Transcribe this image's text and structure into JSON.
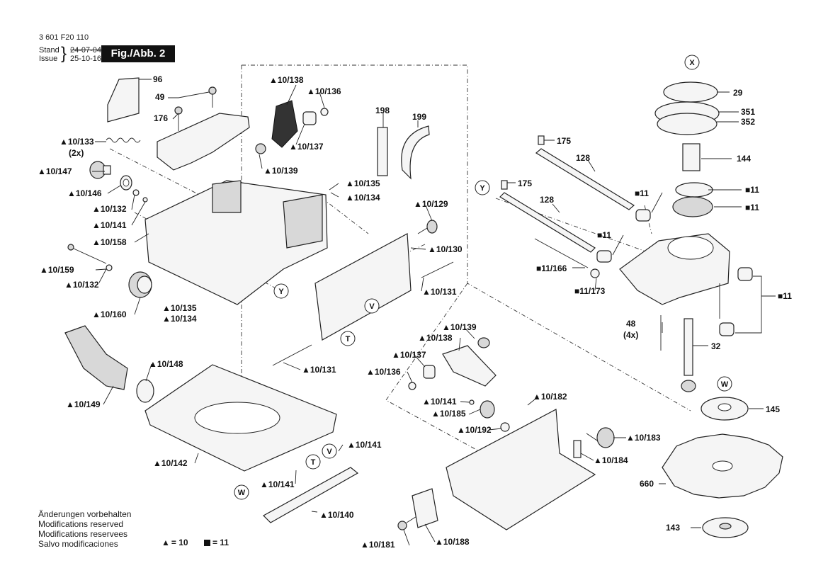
{
  "header": {
    "doc_number": "3 601 F20 110",
    "stand_label": "Stand",
    "issue_label": "Issue",
    "old_date": "24-07-04",
    "new_date": "25-10-16",
    "figure_title": "Fig./Abb. 2"
  },
  "notes": [
    "Änderungen vorbehalten",
    "Modifications reserved",
    "Modifications reservees",
    "Salvo modificaciones"
  ],
  "legend": [
    {
      "symbol": "triangle",
      "text": "= 10"
    },
    {
      "symbol": "square",
      "text": "= 11"
    }
  ],
  "view_markers": [
    "X",
    "Y",
    "Y",
    "V",
    "V",
    "T",
    "T",
    "W",
    "W"
  ],
  "labels": [
    {
      "id": "96",
      "text": "96"
    },
    {
      "id": "49",
      "text": "49"
    },
    {
      "id": "176",
      "text": "176"
    },
    {
      "id": "10-133",
      "text": "▲10/133"
    },
    {
      "id": "2x",
      "text": "(2x)"
    },
    {
      "id": "10-147",
      "text": "▲10/147"
    },
    {
      "id": "10-146",
      "text": "▲10/146"
    },
    {
      "id": "10-132a",
      "text": "▲10/132"
    },
    {
      "id": "10-141a",
      "text": "▲10/141"
    },
    {
      "id": "10-158",
      "text": "▲10/158"
    },
    {
      "id": "10-159",
      "text": "▲10/159"
    },
    {
      "id": "10-132b",
      "text": "▲10/132"
    },
    {
      "id": "10-160",
      "text": "▲10/160"
    },
    {
      "id": "10-135a",
      "text": "▲10/135"
    },
    {
      "id": "10-134a",
      "text": "▲10/134"
    },
    {
      "id": "10-138a",
      "text": "▲10/138"
    },
    {
      "id": "10-136a",
      "text": "▲10/136"
    },
    {
      "id": "10-137a",
      "text": "▲10/137"
    },
    {
      "id": "10-139a",
      "text": "▲10/139"
    },
    {
      "id": "198",
      "text": "198"
    },
    {
      "id": "199",
      "text": "199"
    },
    {
      "id": "10-135b",
      "text": "▲10/135"
    },
    {
      "id": "10-134b",
      "text": "▲10/134"
    },
    {
      "id": "10-129",
      "text": "▲10/129"
    },
    {
      "id": "10-130",
      "text": "▲10/130"
    },
    {
      "id": "10-131a",
      "text": "▲10/131"
    },
    {
      "id": "10-131b",
      "text": "▲10/131"
    },
    {
      "id": "10-148",
      "text": "▲10/148"
    },
    {
      "id": "10-149",
      "text": "▲10/149"
    },
    {
      "id": "10-142",
      "text": "▲10/142"
    },
    {
      "id": "10-141b",
      "text": "▲10/141"
    },
    {
      "id": "10-141c",
      "text": "▲10/141"
    },
    {
      "id": "10-140",
      "text": "▲10/140"
    },
    {
      "id": "10-139b",
      "text": "▲10/139"
    },
    {
      "id": "10-138b",
      "text": "▲10/138"
    },
    {
      "id": "10-137b",
      "text": "▲10/137"
    },
    {
      "id": "10-136b",
      "text": "▲10/136"
    },
    {
      "id": "10-141d",
      "text": "▲10/141"
    },
    {
      "id": "10-185",
      "text": "▲10/185"
    },
    {
      "id": "10-192",
      "text": "▲10/192"
    },
    {
      "id": "10-182",
      "text": "▲10/182"
    },
    {
      "id": "10-183",
      "text": "▲10/183"
    },
    {
      "id": "10-184",
      "text": "▲10/184"
    },
    {
      "id": "10-181",
      "text": "▲10/181"
    },
    {
      "id": "10-188",
      "text": "▲10/188"
    },
    {
      "id": "29",
      "text": "29"
    },
    {
      "id": "351",
      "text": "351"
    },
    {
      "id": "352",
      "text": "352"
    },
    {
      "id": "175a",
      "text": "175"
    },
    {
      "id": "128a",
      "text": "128"
    },
    {
      "id": "144",
      "text": "144"
    },
    {
      "id": "175b",
      "text": "175"
    },
    {
      "id": "128b",
      "text": "128"
    },
    {
      "id": "11a",
      "text": "■11"
    },
    {
      "id": "11b",
      "text": "■11"
    },
    {
      "id": "11c",
      "text": "■11"
    },
    {
      "id": "11d",
      "text": "■11"
    },
    {
      "id": "11-166",
      "text": "■11/166"
    },
    {
      "id": "11-173",
      "text": "■11/173"
    },
    {
      "id": "11e",
      "text": "■11"
    },
    {
      "id": "48",
      "text": "48"
    },
    {
      "id": "4x",
      "text": "(4x)"
    },
    {
      "id": "32",
      "text": "32"
    },
    {
      "id": "145",
      "text": "145"
    },
    {
      "id": "660",
      "text": "660"
    },
    {
      "id": "143",
      "text": "143"
    }
  ]
}
